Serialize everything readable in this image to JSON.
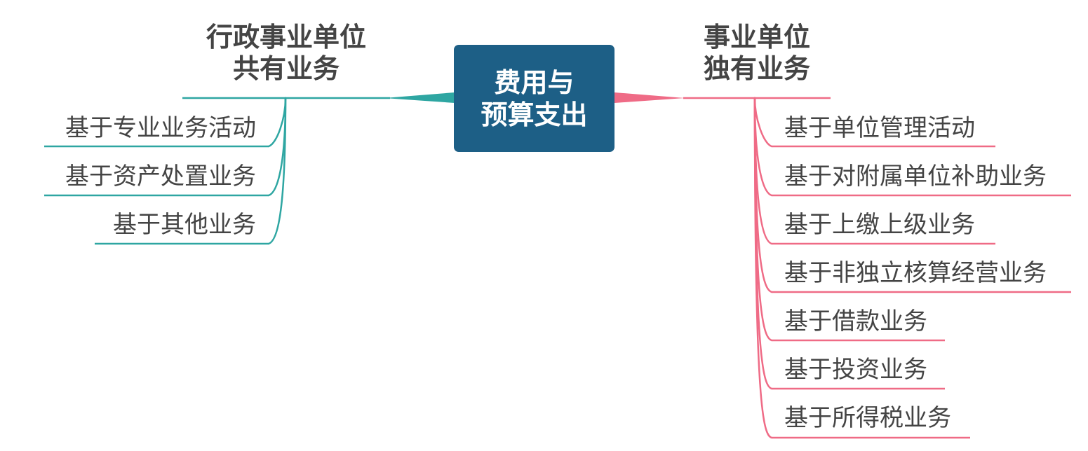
{
  "center": {
    "lines": [
      "费用与",
      "预算支出"
    ]
  },
  "left_branch": {
    "title_lines": [
      "行政事业单位",
      "共有业务"
    ],
    "items": [
      "基于专业业务活动",
      "基于资产处置业务",
      "基于其他业务"
    ]
  },
  "right_branch": {
    "title_lines": [
      "事业单位",
      "独有业务"
    ],
    "items": [
      "基于单位管理活动",
      "基于对附属单位补助业务",
      "基于上缴上级业务",
      "基于非独立核算经营业务",
      "基于借款业务",
      "基于投资业务",
      "基于所得税业务"
    ]
  },
  "colors": {
    "center_fill": "#1d5f86",
    "left_branch": "#2ea6a2",
    "right_branch": "#ef6b86",
    "text": "#444444"
  }
}
